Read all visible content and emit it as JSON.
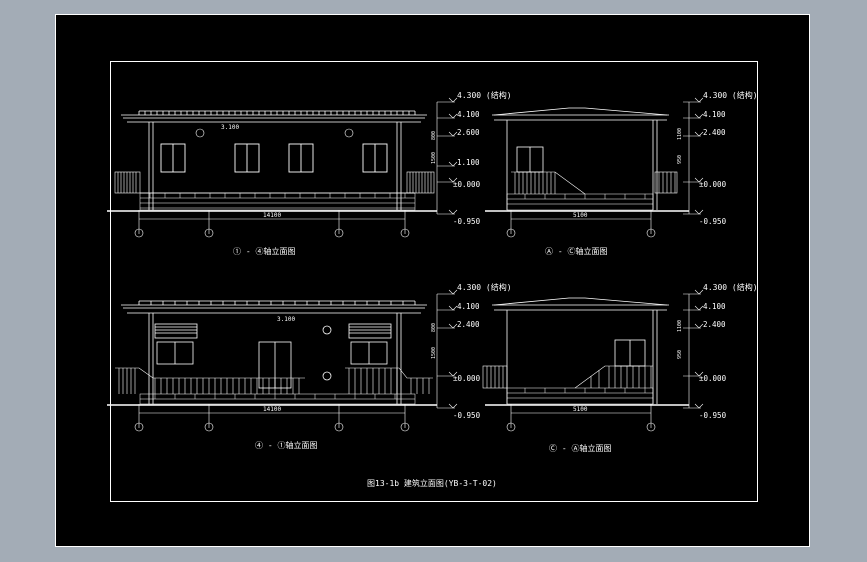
{
  "colors": {
    "viewport": "#a3acb6",
    "canvas": "#000000",
    "line": "#ffffff"
  },
  "elevations": {
    "tl": {
      "lv_top": "4.300 (结构)",
      "lv1": "4.100",
      "lv2": "2.600",
      "lv3": "1.100",
      "lv0": "±0.000",
      "lvb": "-0.950",
      "len": "14100",
      "lv_roof": "3.100"
    },
    "tr": {
      "lv_top": "4.300 (结构)",
      "lv1": "4.100",
      "lv2": "2.400",
      "lv0": "±0.000",
      "lvb": "-0.950",
      "len": "5100"
    },
    "bl": {
      "lv_top": "4.300 (结构)",
      "lv1": "4.100",
      "lv2": "2.400",
      "lv0": "±0.000",
      "lvb": "-0.950",
      "len": "14100",
      "lv_roof": "3.100"
    },
    "br": {
      "lv_top": "4.300 (结构)",
      "lv1": "4.100",
      "lv2": "2.400",
      "lv0": "±0.000",
      "lvb": "-0.950",
      "len": "5100"
    }
  },
  "dims_vertical": [
    "800",
    "1500",
    "1100",
    "950"
  ],
  "view_titles": {
    "tl": "① - ④轴立面图",
    "tr": "Ⓐ - Ⓒ轴立面图",
    "bl": "④ - ①轴立面图",
    "br": "Ⓒ - Ⓐ轴立面图"
  },
  "sheet_title": "图13-1b 建筑立面图(YB-3-T-02)"
}
